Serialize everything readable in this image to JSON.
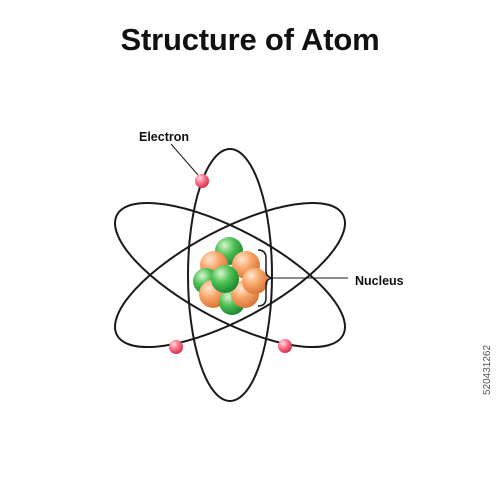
{
  "title": "Structure of Atom",
  "labels": {
    "electron": "Electron",
    "nucleus": "Nucleus"
  },
  "stock_id": "520431262",
  "colors": {
    "orbit": "#1a1a1a",
    "electron": "#ff6b84",
    "proton": "#f3a061",
    "neutron": "#3cb34a"
  }
}
